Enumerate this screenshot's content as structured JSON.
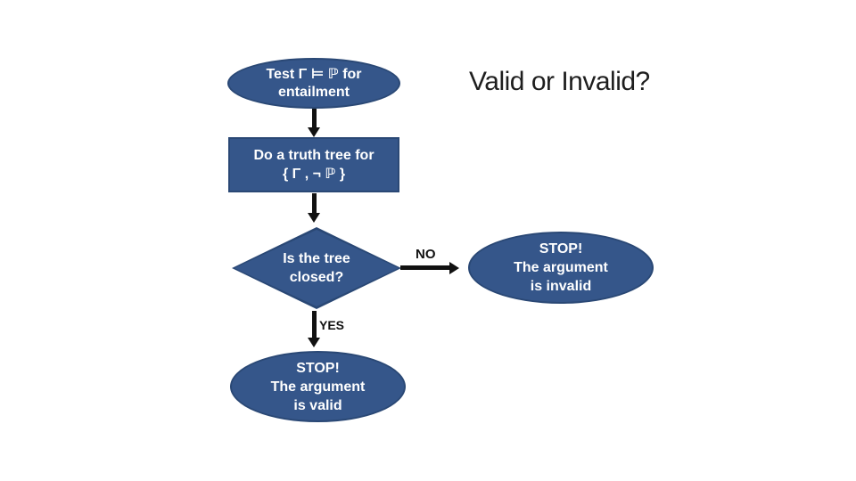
{
  "slide": {
    "title": "Valid or Invalid?",
    "colors": {
      "background": "#ffffff",
      "shape_fill": "#35568A",
      "shape_border": "#2A4875",
      "shape_text": "#ffffff",
      "arrow": "#111111",
      "title_text": "#1e1e1e"
    }
  },
  "flowchart": {
    "start": {
      "line1": "Test Γ ⊨ ℙ for",
      "line2": "entailment"
    },
    "process": {
      "line1": "Do a truth tree for",
      "line2": "{ Γ , ¬ ℙ }"
    },
    "decision": {
      "line1": "Is the tree",
      "line2": "closed?"
    },
    "no_label": "NO",
    "yes_label": "YES",
    "stop_invalid": {
      "line1": "STOP!",
      "line2": "The argument",
      "line3": "is invalid"
    },
    "stop_valid": {
      "line1": "STOP!",
      "line2": "The argument",
      "line3": "is valid"
    }
  }
}
